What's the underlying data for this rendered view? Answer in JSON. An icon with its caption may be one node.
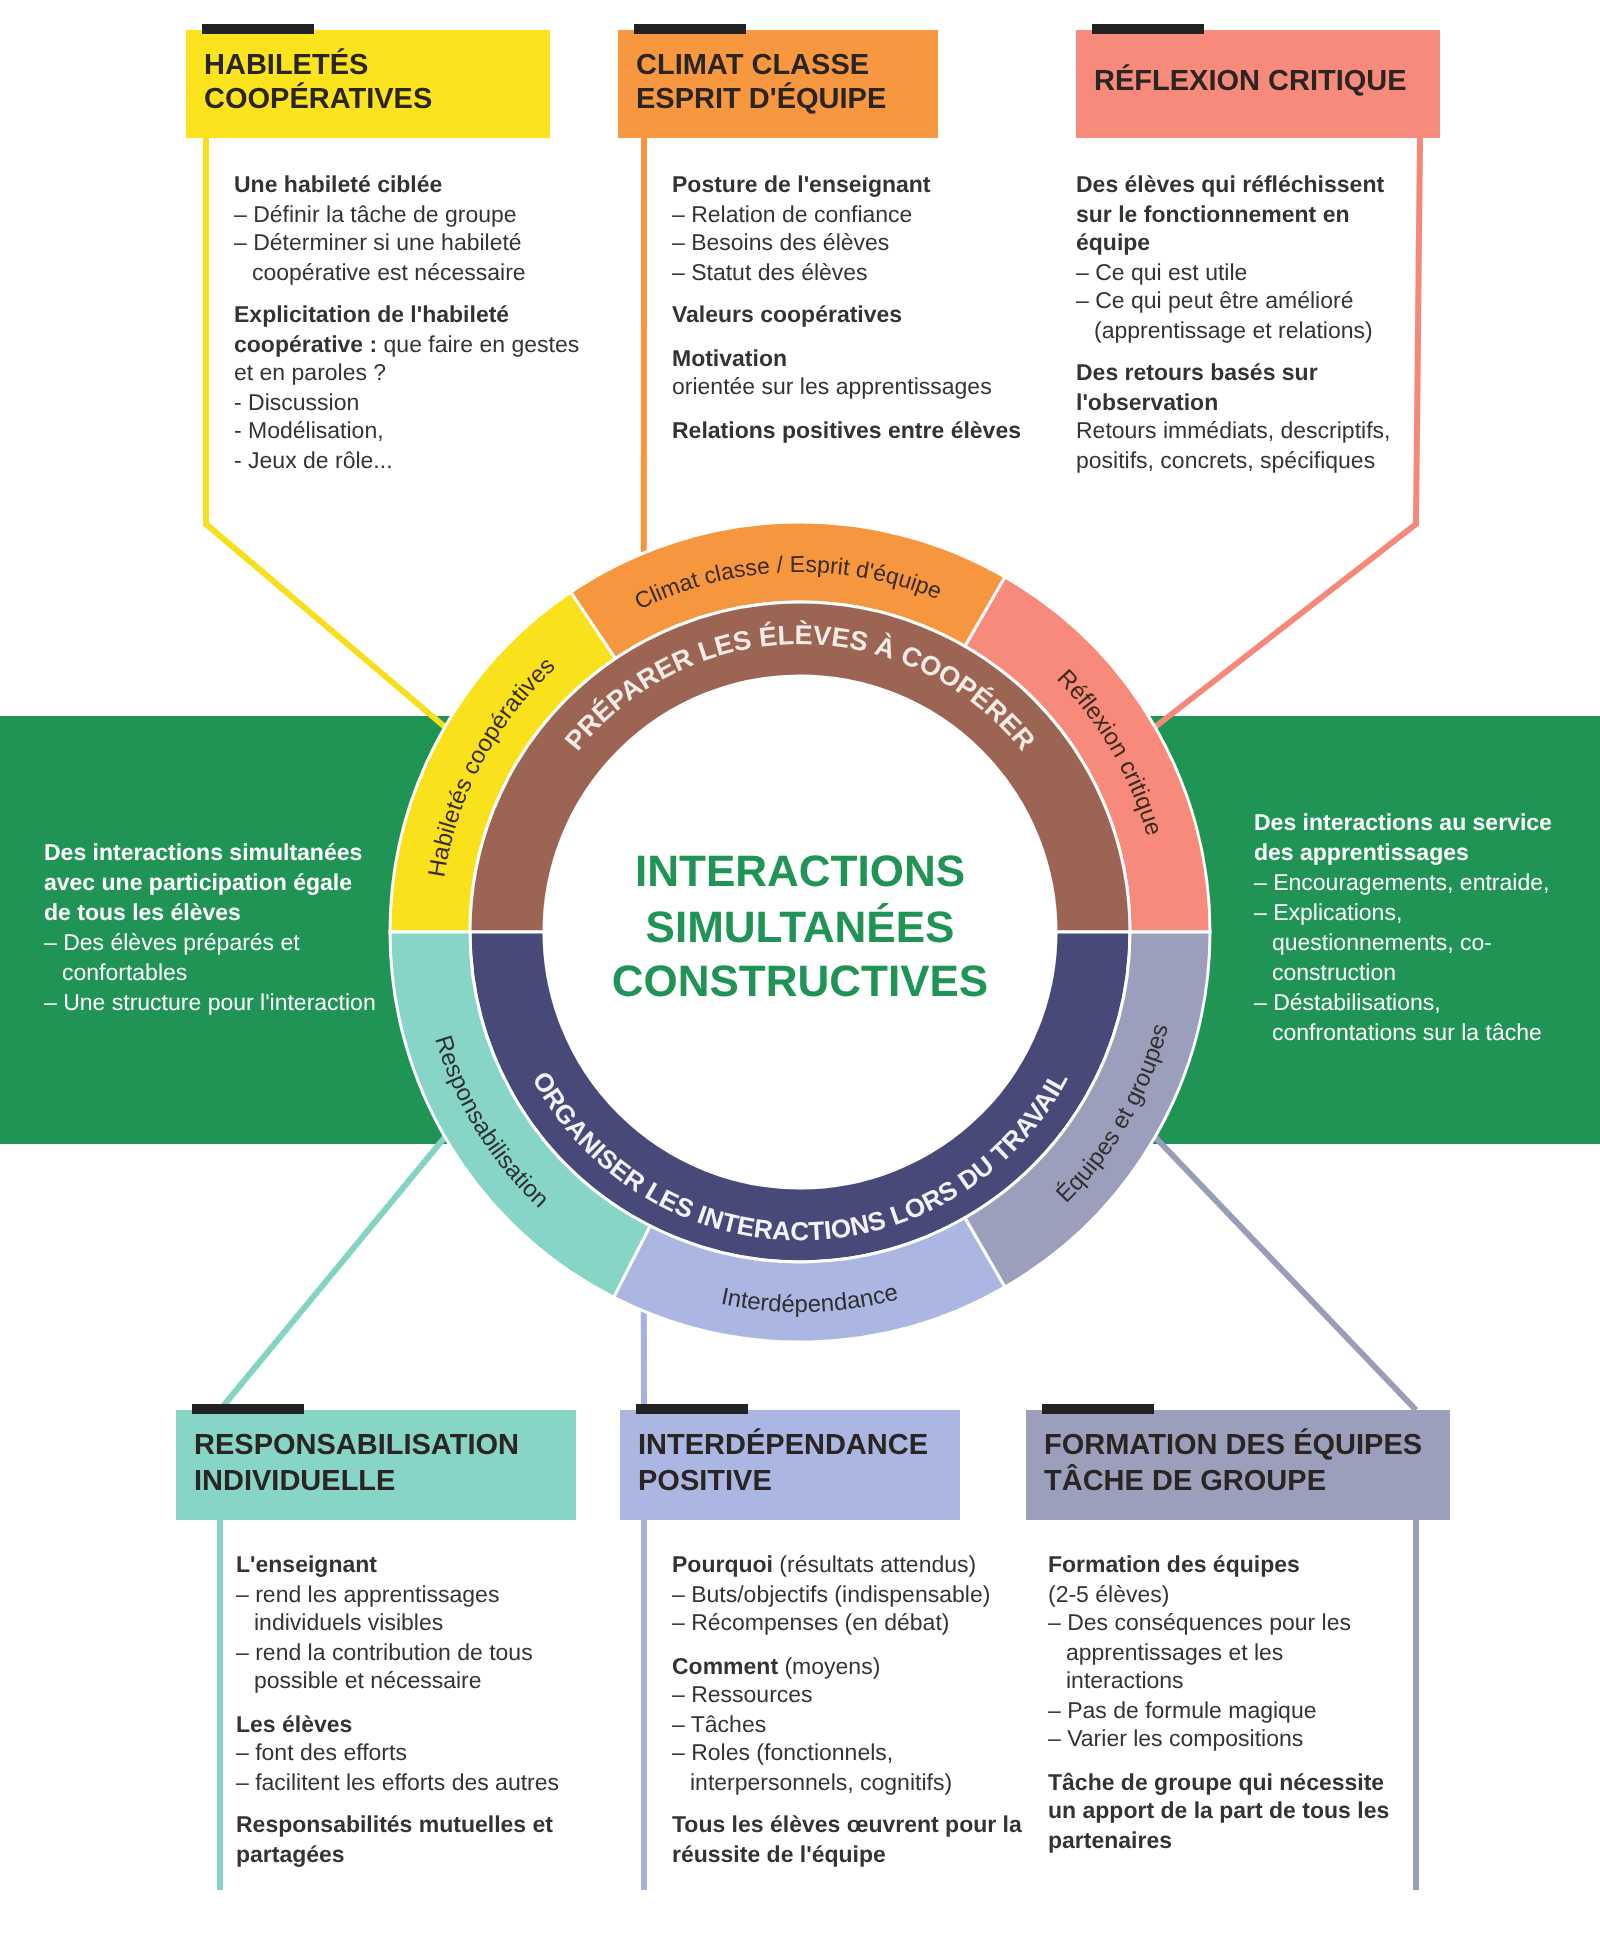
{
  "diagram": {
    "nodes": [
      {
        "text": [
          "HABILETÉS COOPÉRATIVES"
        ],
        "beside": [
          "Une habileté ciblée",
          "– Définir la tâche de groupe",
          "– Déterminer si une habileté coopérative est nécessaire",
          "**Explicitation de l'habileté coopérative :** que faire en gestes et en paroles ?",
          "- Discussion",
          "- Modélisation,",
          "- Jeux de rôle..."
        ]
      },
      {
        "text": [
          "CLIMAT CLASSE ESPRIT D'ÉQUIPE"
        ],
        "beside": [
          "Posture de l'enseignant",
          "– Relation de confiance",
          "– Besoins des élèves",
          "– Statut des élèves",
          "Valeurs coopératives",
          "Motivation",
          "orientée sur les apprentissages",
          "Relations positives entre élèves"
        ]
      },
      {
        "text": [
          "RÉFLEXION CRITIQUE"
        ],
        "beside": [
          "Des élèves qui réfléchissent sur le fonctionnement en équipe",
          "– Ce qui est utile",
          "– Ce qui peut être amélioré (apprentissage et relations)",
          "Des retours basés sur l'observation",
          "Retours immédiats, descriptifs, positifs, concrets, spécifiques"
        ]
      },
      {
        "text": [
          "Des interactions simultanées avec une participation égale de tous les élèves",
          "– Des élèves préparés et confortables",
          "– Une structure pour l'interaction"
        ]
      },
      {
        "text": [
          "Des interactions au service des apprentissages",
          "– Encouragements, entraide,",
          "– Explications, questionnements, co-construction",
          "– Déstabilisations, confrontations sur la tâche"
        ]
      },
      {
        "text": [
          "Habiletés coopératives"
        ]
      },
      {
        "text": [
          "Climat classe / Esprit d'équipe"
        ]
      },
      {
        "text": [
          "Réflexion critique"
        ]
      },
      {
        "text": [
          "PRÉPARER LES ÉLÈVES À COOPÉRER"
        ]
      },
      {
        "text": [
          "INTERACTIONS SIMULTANÉES CONSTRUCTIVES"
        ]
      },
      {
        "text": [
          "ORGANISER LES INTERACTIONS LORS DU TRAVAIL"
        ]
      },
      {
        "text": [
          "Responsabilisation"
        ]
      },
      {
        "text": [
          "Interdépendance"
        ]
      },
      {
        "text": [
          "Équipes et groupes"
        ]
      },
      {
        "text": [
          "RESPONSABILISATION INDIVIDUELLE"
        ],
        "beside": [
          "L'enseignant",
          "– rend les apprentissages individuels visibles",
          "– rend la contribution de tous possible et nécessaire",
          "Les élèves",
          "– font des efforts",
          "– facilitent les efforts des autres",
          "Responsabilités mutuelles et partagées"
        ]
      },
      {
        "text": [
          "INTERDÉPENDANCE POSITIVE"
        ],
        "beside": [
          "**Pourquoi** (résultats attendus)",
          "– Buts/objectifs (indispensable)",
          "– Récompenses (en débat)",
          "**Comment** (moyens)",
          "– Ressources",
          "– Tâches",
          "– Roles (fonctionnels, interpersonnels, cognitifs)",
          "Tous les élèves œuvrent pour la réussite de l'équipe"
        ]
      },
      {
        "text": [
          "FORMATION DES ÉQUIPES TÂCHE DE GROUPE"
        ],
        "beside": [
          "Formation des équipes",
          "(2-5 élèves)",
          "– Des conséquences pour les apprentissages et les interactions",
          "– Pas de formule magique",
          "– Varier les compositions",
          "Tâche de groupe qui nécessite un apport de la part de tous les partenaires"
        ]
      }
    ],
    "edges": [
      {
        "from": 0,
        "to": 5,
        "arrow": "none",
        "color": "#f7e01b"
      },
      {
        "from": 1,
        "to": 6,
        "arrow": "none",
        "color": "#f5963e"
      },
      {
        "from": 2,
        "to": 7,
        "arrow": "none",
        "color": "#f58878"
      },
      {
        "from": 14,
        "to": 11,
        "arrow": "none",
        "color": "#84d4c4"
      },
      {
        "from": 15,
        "to": 12,
        "arrow": "none",
        "color": "#a6b3e0"
      },
      {
        "from": 16,
        "to": 13,
        "arrow": "none",
        "color": "#9a9db9"
      }
    ]
  }
}
